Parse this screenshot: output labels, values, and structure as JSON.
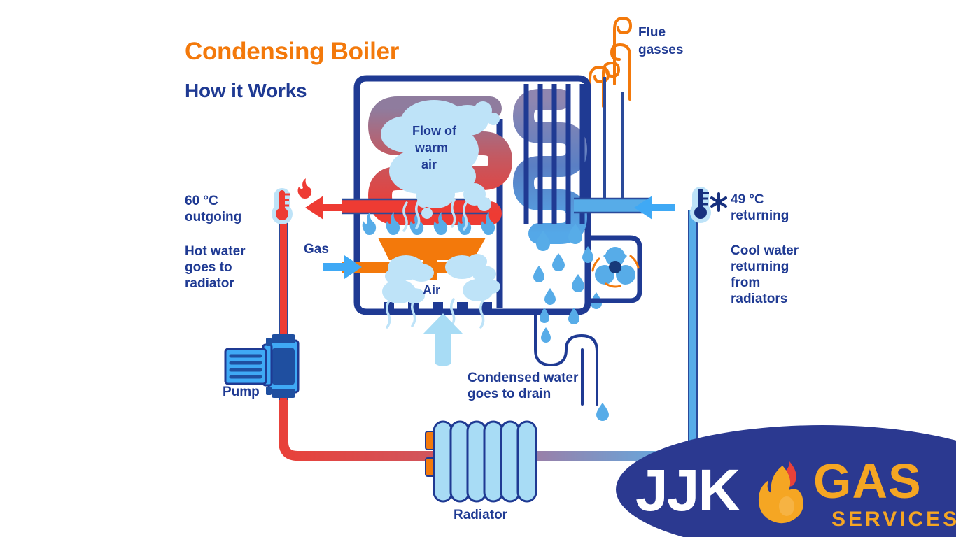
{
  "title": {
    "main": "Condensing Boiler",
    "sub": "How it Works",
    "main_color": "#F3790B",
    "sub_color": "#1F3A93"
  },
  "labels": {
    "flue_gasses_line1": "Flue",
    "flue_gasses_line2": "gasses",
    "flow_warm_air_line1": "Flow of",
    "flow_warm_air_line2": "warm",
    "flow_warm_air_line3": "air",
    "air": "Air",
    "gas": "Gas",
    "pump": "Pump",
    "radiator": "Radiator",
    "temp_out_line1": "60 °C",
    "temp_out_line2": "outgoing",
    "temp_in_line1": "49 °C",
    "temp_in_line2": "returning",
    "hot_water_line1": "Hot water",
    "hot_water_line2": "goes to",
    "hot_water_line3": "radiator",
    "cool_water_line1": "Cool water",
    "cool_water_line2": "returning",
    "cool_water_line3": "from",
    "cool_water_line4": "radiators",
    "condensed_line1": "Condensed water",
    "condensed_line2": "goes to drain"
  },
  "logo": {
    "brand": "JJK",
    "word": "GAS",
    "sub": "SERVICES",
    "ellipse_color": "#2B3990",
    "brand_color": "#ffffff",
    "word_color": "#F5A623"
  },
  "colors": {
    "navy": "#1F3A93",
    "deep_navy": "#17307E",
    "orange": "#F3790B",
    "red": "#EE3B33",
    "sky": "#3FA9F5",
    "light_blue": "#A8DCF5",
    "pale_blue": "#BEE3F8",
    "mauve": "#8F7C9E"
  },
  "icons": {
    "hot_thermometer": "thermometer-hot-icon",
    "flame": "flame-icon",
    "cold_thermometer": "thermometer-cold-icon",
    "snowflake": "snowflake-icon",
    "fan": "fan-icon",
    "arrow_left_red": "arrow-left-red-icon",
    "arrow_left_blue": "arrow-left-blue-icon",
    "arrow_right_blue": "arrow-right-blue-icon",
    "arrow_up_air": "arrow-up-air-icon"
  }
}
